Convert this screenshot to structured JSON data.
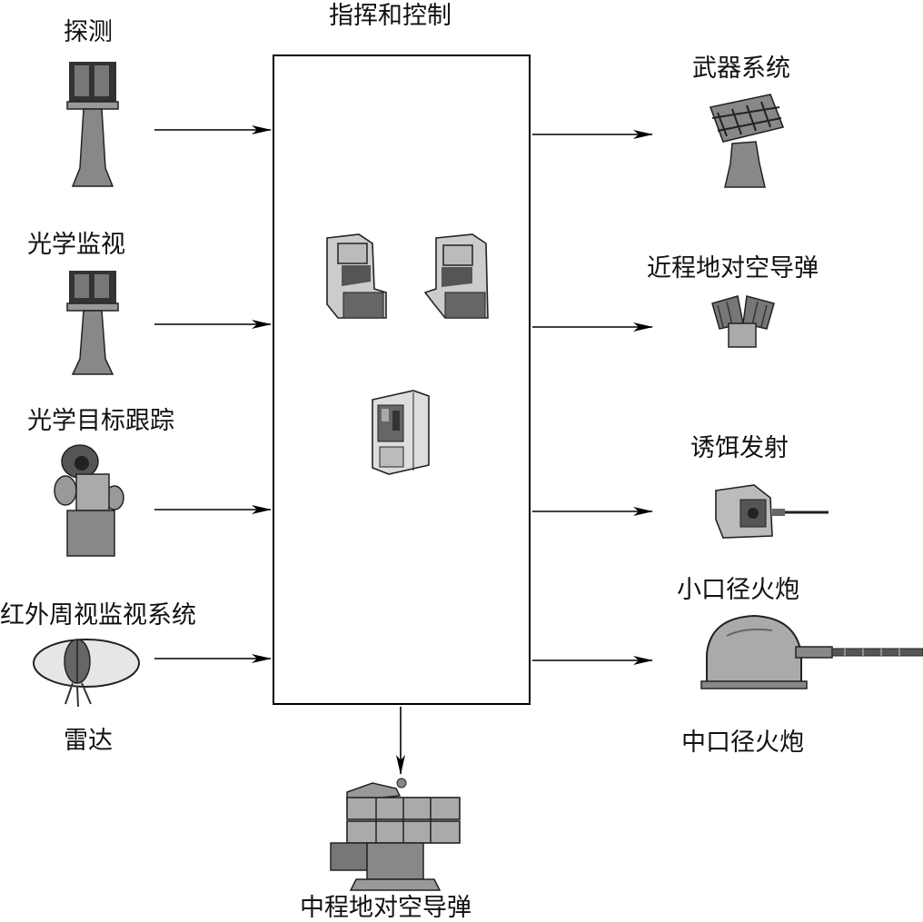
{
  "title": "指挥和控制",
  "inputs": [
    {
      "label": "探测",
      "icon": "radar-tower-icon"
    },
    {
      "label": "光学监视",
      "icon": "optical-tower-icon"
    },
    {
      "label": "光学目标跟踪",
      "icon": "optical-tracker-icon"
    },
    {
      "label": "红外周视监视系统",
      "icon": "infrared-dome-icon"
    },
    {
      "label": "雷达",
      "icon": ""
    }
  ],
  "outputs": [
    {
      "label": "武器系统",
      "icon": "weapon-launcher-icon"
    },
    {
      "label": "近程地对空导弹",
      "icon": "short-range-sam-icon"
    },
    {
      "label": "诱饵发射",
      "icon": "decoy-launcher-icon"
    },
    {
      "label": "小口径火炮",
      "icon": "small-caliber-gun-icon"
    },
    {
      "label": "中口径火炮",
      "icon": ""
    }
  ],
  "bottom": {
    "label": "中程地对空导弹",
    "icon": "medium-range-sam-icon"
  },
  "center_icons": [
    "console-left-icon",
    "console-right-icon",
    "cabinet-icon"
  ]
}
